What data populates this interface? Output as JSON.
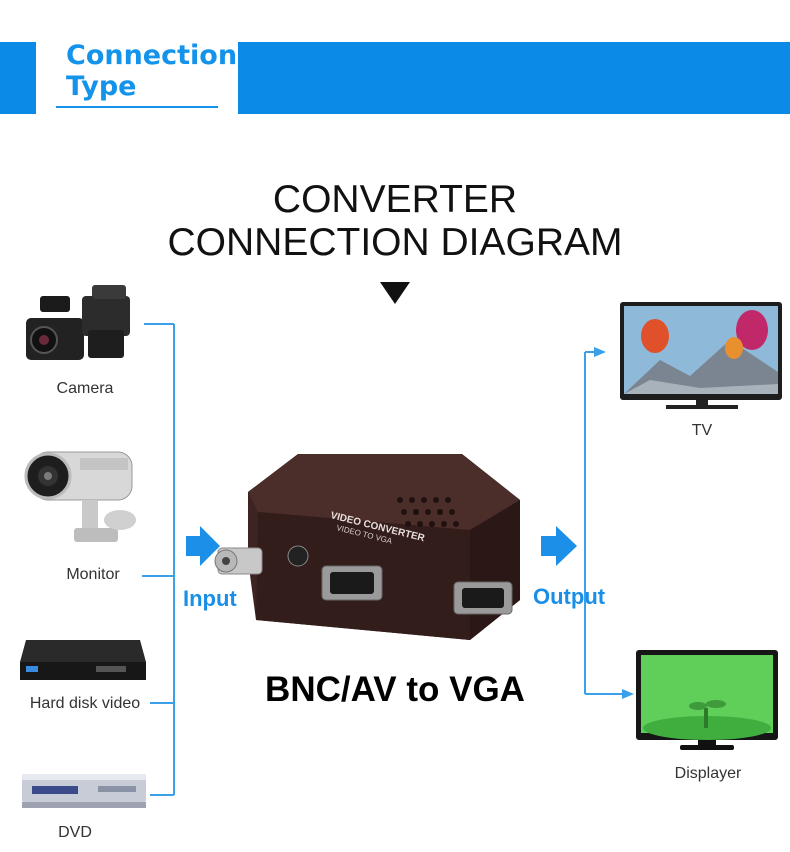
{
  "header": {
    "title": "Connection Type"
  },
  "diagram": {
    "title_line1": "CONVERTER",
    "title_line2": "CONNECTION DIAGRAM",
    "input_label": "Input",
    "output_label": "Output",
    "product_label": "BNC/AV to VGA",
    "device_text": "VIDEO CONVERTER",
    "device_subtext": "VIDEO TO VGA"
  },
  "inputs": [
    {
      "label": "Camera"
    },
    {
      "label": "Monitor"
    },
    {
      "label": "Hard disk video"
    },
    {
      "label": "DVD"
    }
  ],
  "outputs": [
    {
      "label": "TV"
    },
    {
      "label": "Displayer"
    }
  ],
  "colors": {
    "brand_blue": "#0b8ae8",
    "line_blue": "#3aa0ea",
    "device_brown": "#3b2220"
  }
}
